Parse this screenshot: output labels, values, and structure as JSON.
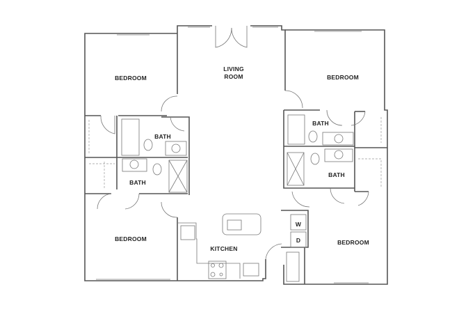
{
  "floorplan": {
    "rooms": {
      "bedroom_top_left": "BEDROOM",
      "living_1": "LIVING",
      "living_2": "ROOM",
      "bedroom_top_right": "BEDROOM",
      "bath_left_upper": "BATH",
      "bath_left_lower": "BATH",
      "bath_right_upper": "BATH",
      "bath_right_lower": "BATH",
      "bedroom_bottom_left": "BEDROOM",
      "kitchen": "KITCHEN",
      "bedroom_bottom_right": "BEDROOM",
      "washer": "W",
      "dryer": "D"
    },
    "colors": {
      "wall": "#555555",
      "label": "#222222"
    }
  }
}
